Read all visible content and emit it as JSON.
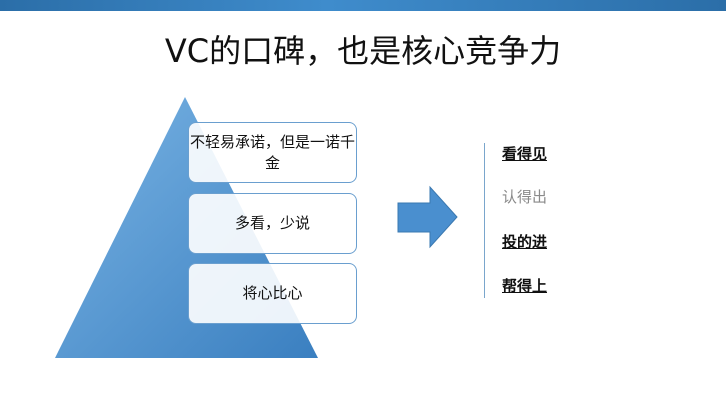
{
  "slide": {
    "title": "VC的口碑，也是核心竞争力",
    "pyramid_levels": [
      "不轻易承诺，但是一诺千金",
      "多看，少说",
      "将心比心"
    ],
    "list_items": [
      {
        "label": "看得见",
        "emphasis": true
      },
      {
        "label": "认得出",
        "emphasis": false
      },
      {
        "label": "投的进",
        "emphasis": true
      },
      {
        "label": "帮得上",
        "emphasis": true
      }
    ],
    "colors": {
      "accent": "#4a8fcf",
      "bar": "#3f8ccc",
      "dim_text": "#8a8a8a"
    }
  }
}
